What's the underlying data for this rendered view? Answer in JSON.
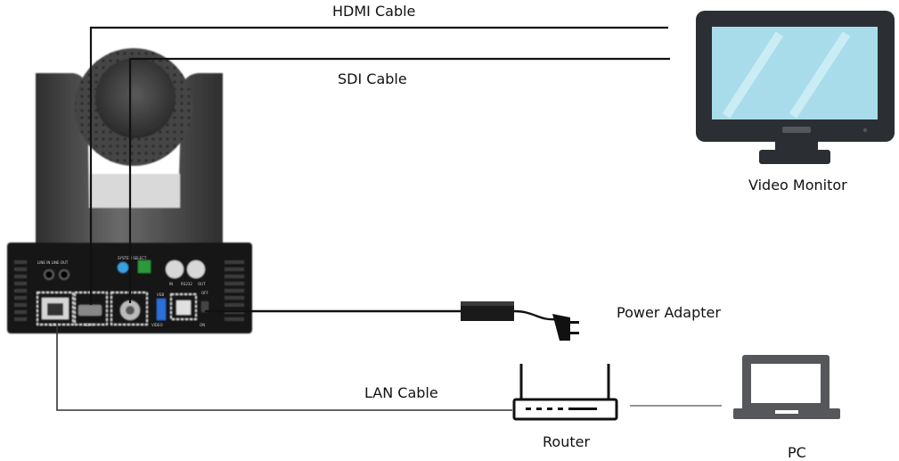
{
  "diagram": {
    "labels": {
      "hdmi_cable": "HDMI Cable",
      "sdi_cable": "SDI Cable",
      "video_monitor": "Video Monitor",
      "power_adapter": "Power Adapter",
      "lan_cable": "LAN Cable",
      "router": "Router",
      "pc": "PC"
    },
    "camera_panel_text": {
      "line_in_out": "LINE IN  LINE OUT",
      "system_select": "SYSTEM SELECT",
      "rs232_in": "IN",
      "rs232_label": "RS232",
      "rs232_out": "OUT",
      "power": "ON",
      "off": "OFF",
      "video": "VIDEO",
      "usb": "USB",
      "hdmi": "HDMI",
      "lan": "LAN"
    },
    "colors": {
      "camera_body": "#3a3a3a",
      "camera_panel": "#111111",
      "monitor_screen": "#a9dcea",
      "monitor_frame": "#2b2f33",
      "cable": "#111111",
      "lan_cable": "#333333",
      "device_gray": "#55575a"
    }
  }
}
